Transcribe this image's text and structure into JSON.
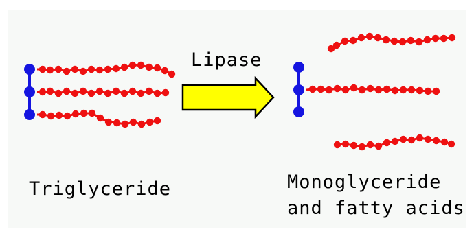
{
  "labels": {
    "reactant": "Triglyceride",
    "enzyme": "Lipase",
    "product_line_1": "Monoglyceride",
    "product_line_2": "and fatty acids"
  },
  "colors": {
    "background": "#f7f9f7",
    "glycerol_node": "#1515e0",
    "fatty_acid_bead": "#ee1111",
    "arrow_fill": "#ffff00",
    "arrow_stroke": "#000000",
    "text": "#000000"
  },
  "icons": {
    "reaction_arrow": "right-arrow-icon"
  }
}
